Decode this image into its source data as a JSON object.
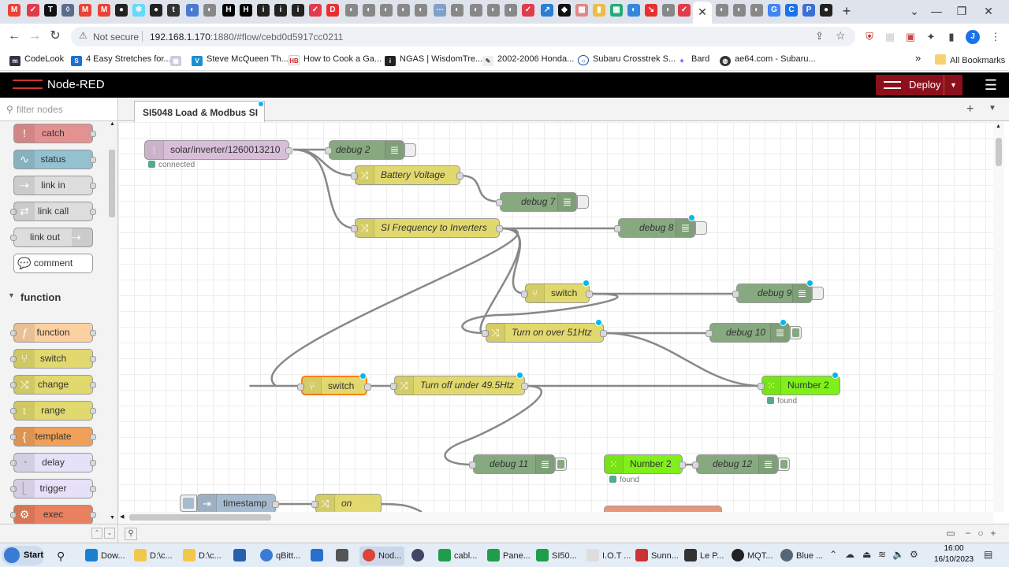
{
  "browser": {
    "tab_icons": [
      "gmail",
      "pocket",
      "t",
      "shield",
      "gmail",
      "gmail",
      "github",
      "react",
      "github",
      "t",
      "web",
      "web",
      "hf",
      "hf",
      "inv",
      "inv",
      "inv",
      "pocket",
      "rss",
      "web",
      "web",
      "web",
      "dots",
      "web",
      "web",
      "web",
      "pocket",
      "web",
      "chart",
      "diamond",
      "web",
      "pocket",
      "web",
      "web",
      "rss",
      "web",
      "pocket"
    ],
    "active_tab_close": "✕",
    "right_tab_icons": [
      "web",
      "web",
      "web",
      "google",
      "calendar",
      "parler",
      "github"
    ],
    "new_tab": "+",
    "window_controls": [
      "⌄",
      "—",
      "❐",
      "✕"
    ],
    "nav": {
      "back": "←",
      "forward": "→",
      "reload": "↻"
    },
    "secure_label": "Not secure",
    "url_host": "192.168.1.170",
    "url_path": ":1880/#flow/cebd0d5917cc0211",
    "bookmarks": [
      {
        "label": "CodeLook",
        "icon": "mag"
      },
      {
        "label": "4 Easy Stretches for...",
        "icon": "s"
      },
      {
        "label": "",
        "icon": "img"
      },
      {
        "label": "Steve McQueen Th...",
        "icon": "v"
      },
      {
        "label": "How to Cook a Ga...",
        "icon": "hb"
      },
      {
        "label": "NGAS | WisdomTre...",
        "icon": "inv"
      },
      {
        "label": "2002-2006 Honda...",
        "icon": "honda"
      },
      {
        "label": "Subaru Crosstrek S...",
        "icon": "subaru"
      },
      {
        "label": "Bard",
        "icon": "bard"
      },
      {
        "label": "ae64.com - Subaru...",
        "icon": "globe"
      }
    ],
    "bookmarks_more": "»",
    "all_bookmarks": "All Bookmarks"
  },
  "nodered": {
    "title": "Node-RED",
    "deploy_label": "Deploy",
    "filter_placeholder": "filter nodes",
    "palette_top": [
      "catch",
      "status",
      "link in",
      "link call",
      "link out",
      "comment"
    ],
    "category": "function",
    "palette_function": [
      "function",
      "switch",
      "change",
      "range",
      "template",
      "delay",
      "trigger",
      "exec"
    ],
    "flow_tab": "SI5048 Load & Modbus SI",
    "nodes": {
      "mqtt": "solar/inverter/1260013210",
      "mqtt_status": "connected",
      "debug2": "debug 2",
      "battery": "Battery Voltage",
      "debug7": "debug 7",
      "sifreq": "SI Frequency to Inverters",
      "debug8": "debug 8",
      "switch1": "switch",
      "debug9": "debug 9",
      "turnon": "Turn on over 51Htz",
      "debug10": "debug 10",
      "switch2": "switch",
      "turnoff": "Turn off under 49.5Htz",
      "number2a": "Number 2",
      "number2a_status": "found",
      "debug11": "debug 11",
      "number2b": "Number 2",
      "number2b_status": "found",
      "debug12": "debug 12",
      "timestamp": "timestamp",
      "on": "on"
    }
  },
  "taskbar": {
    "start": "Start",
    "items": [
      "Dow...",
      "D:\\c...",
      "D:\\c...",
      "",
      "qBitt...",
      "",
      "",
      "Nod...",
      "",
      "cabl...",
      "Pane...",
      "SI50...",
      "I.O.T ...",
      "Sunn...",
      "Le P...",
      "MQT...",
      "Blue ..."
    ],
    "time": "16:00",
    "date": "16/10/2023"
  },
  "colors": {
    "debug": "#87a980",
    "change": "#e2d96e",
    "mqtt": "#d8bfd8",
    "inject": "#a6bbcf",
    "number": "#7ff019",
    "deploy": "#8c101c",
    "changed_dot": "#00b8f0"
  }
}
